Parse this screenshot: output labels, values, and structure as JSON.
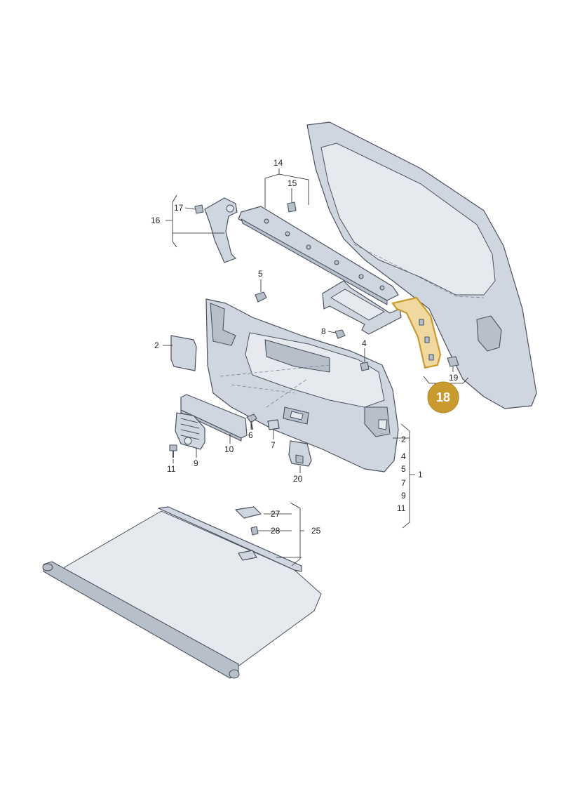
{
  "colors": {
    "highlight": "#c99a2e",
    "part_fill": "#cfd6df",
    "part_stroke": "#4a5260"
  },
  "highlight_part": {
    "label": "18"
  },
  "callouts": {
    "c1": "1",
    "c2a": "2",
    "c2b": "2",
    "c4a": "4",
    "c4b": "4",
    "c5a": "5",
    "c5b": "5",
    "c6": "6",
    "c7a": "7",
    "c7b": "7",
    "c8": "8",
    "c9a": "9",
    "c9b": "9",
    "c10": "10",
    "c11a": "11",
    "c11b": "11",
    "c14": "14",
    "c15": "15",
    "c16": "16",
    "c17": "17",
    "c19": "19",
    "c20": "20",
    "c25": "25",
    "c27": "27",
    "c28": "28"
  }
}
